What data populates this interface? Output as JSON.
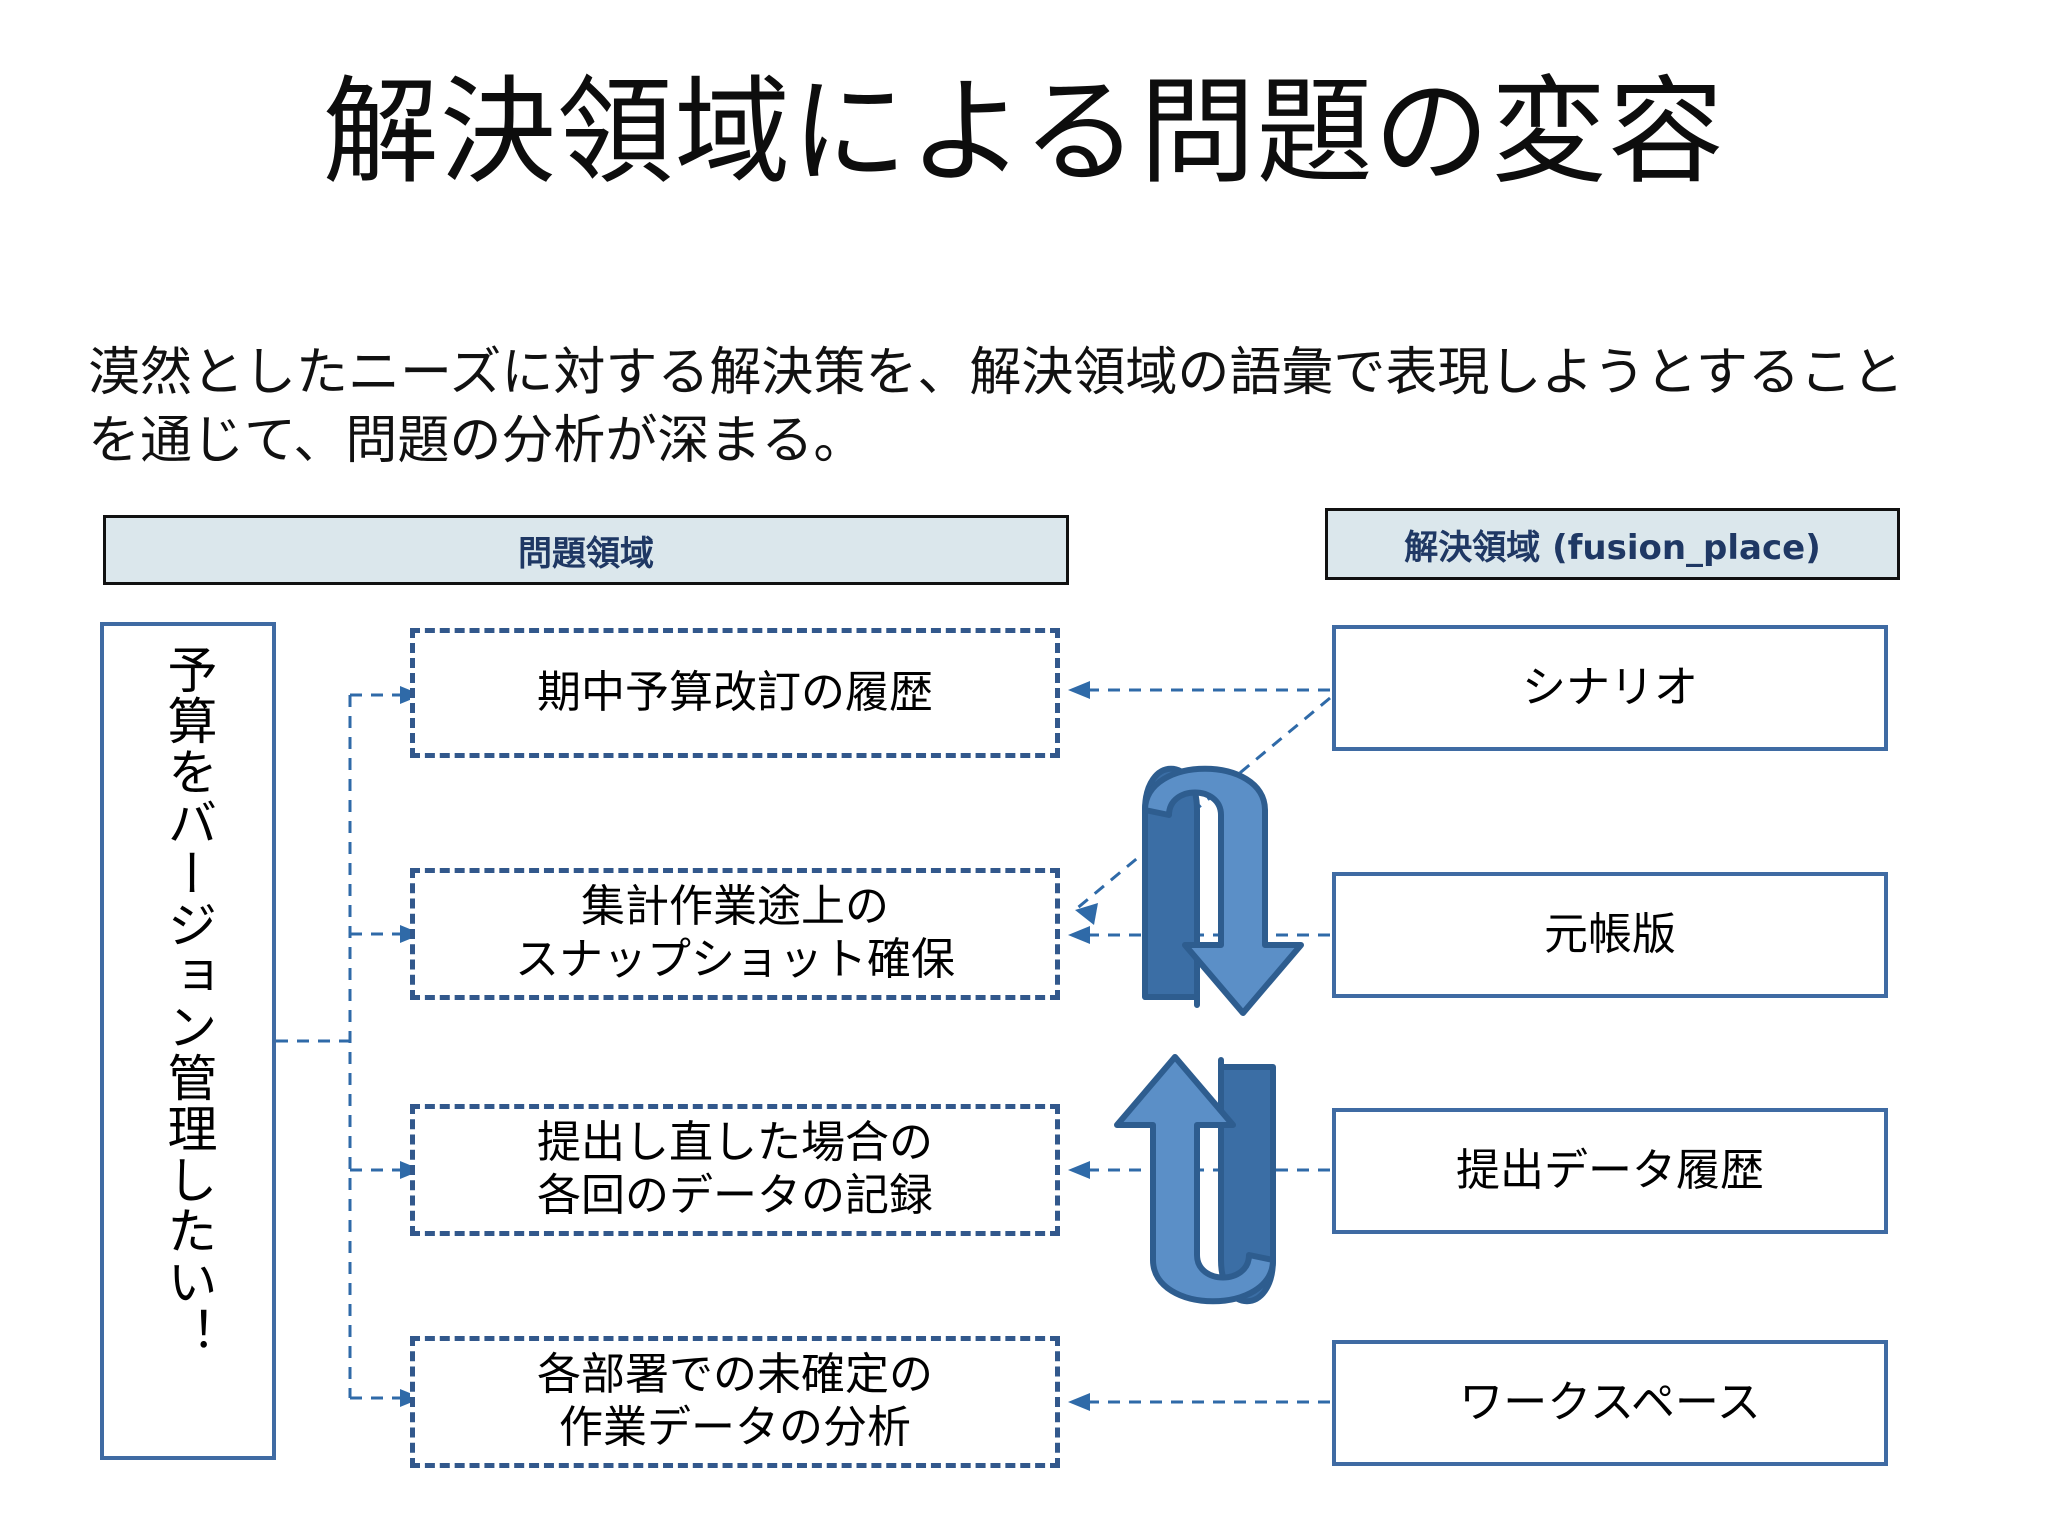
{
  "slide": {
    "title": "解決領域による問題の変容",
    "lead_line1": "漠然としたニーズに対する解決策を、解決領域の語彙で表現しようとすること",
    "lead_line2": "を通じて、問題の分析が深まる。"
  },
  "headers": {
    "problem": "問題領域",
    "solution": "解決領域 (fusion_place)"
  },
  "need": {
    "label": "予算をバージョン管理したい！"
  },
  "problems": [
    {
      "label": "期中予算改訂の履歴"
    },
    {
      "label": "集計作業途上の\nスナップショット確保"
    },
    {
      "label": "提出し直した場合の\n各回のデータの記録"
    },
    {
      "label": "各部署での未確定の\n作業データの分析"
    }
  ],
  "solutions": [
    {
      "label": "シナリオ"
    },
    {
      "label": "元帳版"
    },
    {
      "label": "提出データ履歴"
    },
    {
      "label": "ワークスペース"
    }
  ],
  "icons": {
    "cycle_top": "circular-arrow-down-icon",
    "cycle_bottom": "circular-arrow-up-icon"
  },
  "colors": {
    "header_fill": "#dbe7ec",
    "header_text": "#1f3864",
    "box_border": "#3f6ba3",
    "dashed_border": "#32588c",
    "connector": "#2f6aa8",
    "arrow_light": "#5b8fc7",
    "arrow_dark": "#3b6ea5",
    "arrow_stroke": "#2e5d8f",
    "background": "#ffffff"
  }
}
